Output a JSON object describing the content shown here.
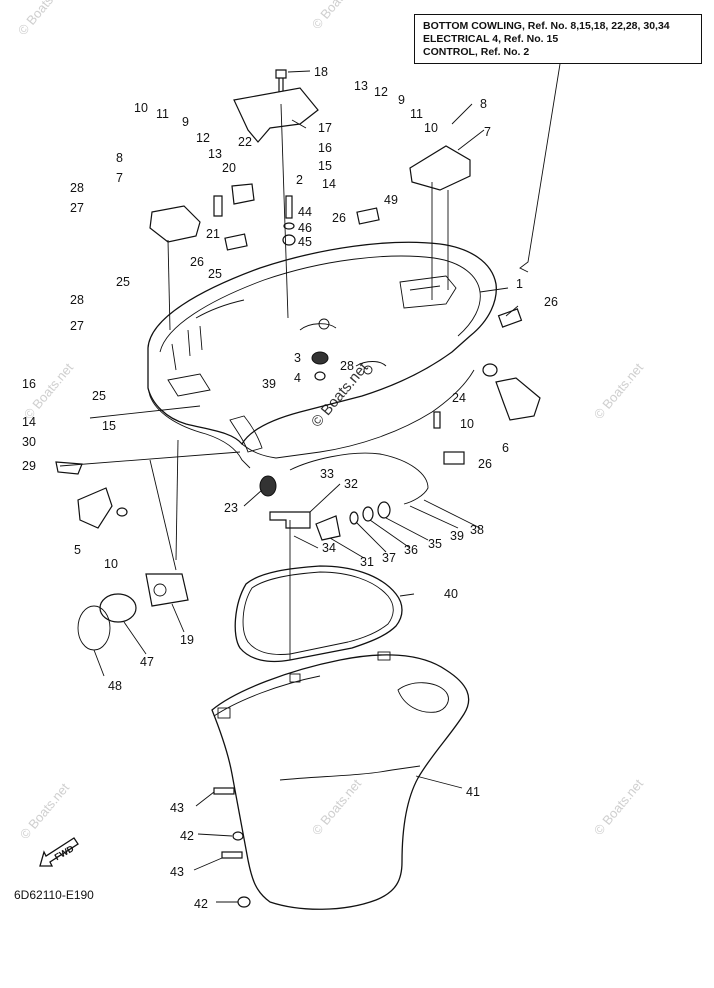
{
  "reference_box": {
    "line1": "BOTTOM COWLING, Ref. No. 8,15,18, 22,28, 30,34",
    "line2": "ELECTRICAL 4, Ref. No. 15",
    "line3": "CONTROL,  Ref. No. 2"
  },
  "diagram_code": "6D62110-E190",
  "fwd_label": "FWD",
  "watermark_text": "© Boats.net",
  "callouts": [
    {
      "id": "c18",
      "text": "18"
    },
    {
      "id": "c13a",
      "text": "13"
    },
    {
      "id": "c12a",
      "text": "12"
    },
    {
      "id": "c9a",
      "text": "9"
    },
    {
      "id": "c11a",
      "text": "11"
    },
    {
      "id": "c10a",
      "text": "10"
    },
    {
      "id": "c8a",
      "text": "8"
    },
    {
      "id": "c7a",
      "text": "7"
    },
    {
      "id": "c17",
      "text": "17"
    },
    {
      "id": "c16a",
      "text": "16"
    },
    {
      "id": "c15a",
      "text": "15"
    },
    {
      "id": "c14a",
      "text": "14"
    },
    {
      "id": "c2",
      "text": "2"
    },
    {
      "id": "c44",
      "text": "44"
    },
    {
      "id": "c46",
      "text": "46"
    },
    {
      "id": "c45",
      "text": "45"
    },
    {
      "id": "c26a",
      "text": "26"
    },
    {
      "id": "c49",
      "text": "49"
    },
    {
      "id": "c10b",
      "text": "10"
    },
    {
      "id": "c11b",
      "text": "11"
    },
    {
      "id": "c9b",
      "text": "9"
    },
    {
      "id": "c12b",
      "text": "12"
    },
    {
      "id": "c13b",
      "text": "13"
    },
    {
      "id": "c22",
      "text": "22"
    },
    {
      "id": "c20",
      "text": "20"
    },
    {
      "id": "c8b",
      "text": "8"
    },
    {
      "id": "c28a",
      "text": "28"
    },
    {
      "id": "c7b",
      "text": "7"
    },
    {
      "id": "c27a",
      "text": "27"
    },
    {
      "id": "c21",
      "text": "21"
    },
    {
      "id": "c26b",
      "text": "26"
    },
    {
      "id": "c25a",
      "text": "25"
    },
    {
      "id": "c25b",
      "text": "25"
    },
    {
      "id": "c28b",
      "text": "28"
    },
    {
      "id": "c27b",
      "text": "27"
    },
    {
      "id": "c1",
      "text": "1"
    },
    {
      "id": "c26c",
      "text": "26"
    },
    {
      "id": "c3",
      "text": "3"
    },
    {
      "id": "c4",
      "text": "4"
    },
    {
      "id": "c28c",
      "text": "28"
    },
    {
      "id": "c39a",
      "text": "39"
    },
    {
      "id": "c16b",
      "text": "16"
    },
    {
      "id": "c25c",
      "text": "25"
    },
    {
      "id": "c14b",
      "text": "14"
    },
    {
      "id": "c15b",
      "text": "15"
    },
    {
      "id": "c30",
      "text": "30"
    },
    {
      "id": "c29",
      "text": "29"
    },
    {
      "id": "c24",
      "text": "24"
    },
    {
      "id": "c10c",
      "text": "10"
    },
    {
      "id": "c6",
      "text": "6"
    },
    {
      "id": "c26d",
      "text": "26"
    },
    {
      "id": "c33",
      "text": "33"
    },
    {
      "id": "c32",
      "text": "32"
    },
    {
      "id": "c23",
      "text": "23"
    },
    {
      "id": "c39b",
      "text": "39"
    },
    {
      "id": "c38",
      "text": "38"
    },
    {
      "id": "c35",
      "text": "35"
    },
    {
      "id": "c36",
      "text": "36"
    },
    {
      "id": "c37",
      "text": "37"
    },
    {
      "id": "c31",
      "text": "31"
    },
    {
      "id": "c34",
      "text": "34"
    },
    {
      "id": "c5",
      "text": "5"
    },
    {
      "id": "c10d",
      "text": "10"
    },
    {
      "id": "c40",
      "text": "40"
    },
    {
      "id": "c19",
      "text": "19"
    },
    {
      "id": "c47",
      "text": "47"
    },
    {
      "id": "c48",
      "text": "48"
    },
    {
      "id": "c41",
      "text": "41"
    },
    {
      "id": "c43a",
      "text": "43"
    },
    {
      "id": "c42a",
      "text": "42"
    },
    {
      "id": "c43b",
      "text": "43"
    },
    {
      "id": "c42b",
      "text": "42"
    }
  ]
}
